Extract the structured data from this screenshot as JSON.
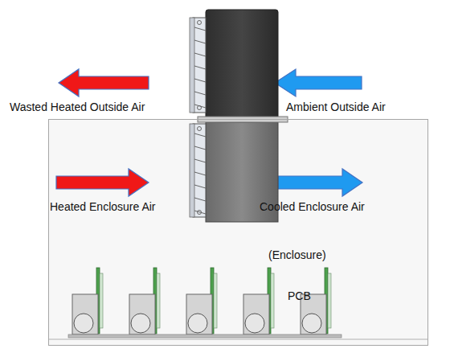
{
  "diagram": {
    "nodes": [
      {
        "text": [
          "(Enclosure)"
        ]
      }
    ],
    "labels": [
      "Wasted Heated Outside Air",
      "Ambient Outside Air",
      "Heated Enclosure Air",
      "Cooled Enclosure Air",
      "PCB"
    ]
  }
}
